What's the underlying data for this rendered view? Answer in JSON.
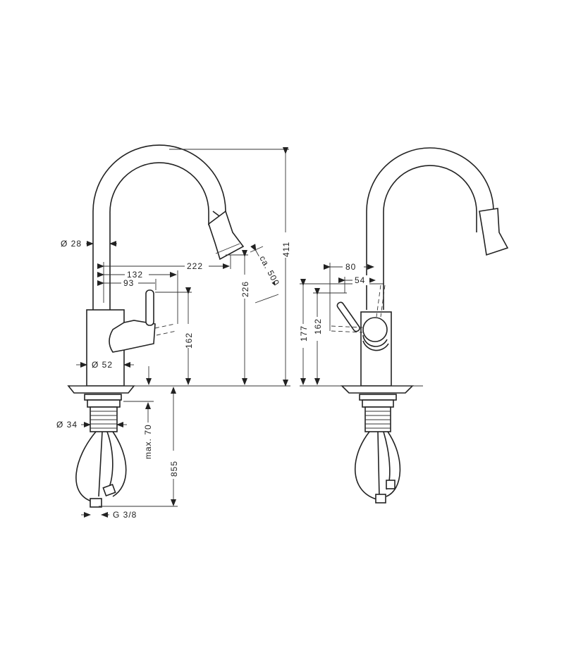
{
  "left_view": {
    "dim_diameter_spout": "Ø 28",
    "dim_222": "222",
    "dim_132": "132",
    "dim_93": "93",
    "dim_162": "162",
    "dim_226": "226",
    "dim_411": "411",
    "dim_pullout": "ca. 500",
    "dim_diameter_body": "Ø 52",
    "dim_diameter_shank": "Ø 34",
    "dim_max70": "max. 70",
    "dim_855": "855",
    "dim_connection": "G 3/8"
  },
  "right_view": {
    "dim_80": "80",
    "dim_54": "54",
    "dim_177": "177",
    "dim_162": "162"
  }
}
